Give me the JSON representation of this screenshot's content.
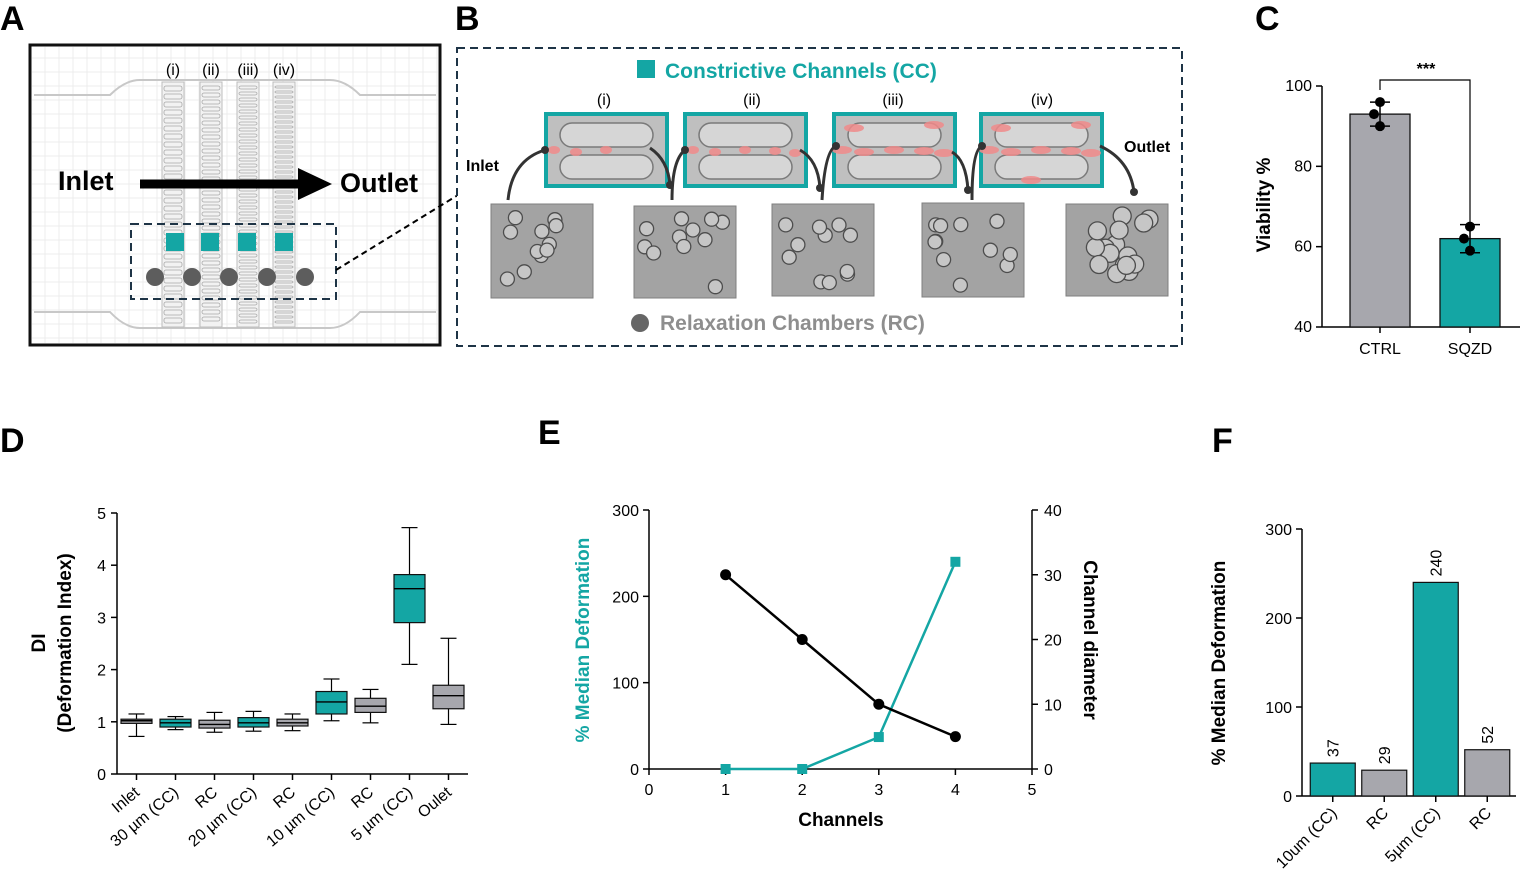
{
  "colors": {
    "teal": "#14a6a4",
    "grey": "#a7a7ad",
    "dark": "#1e3446",
    "pink": "#f08a8a"
  },
  "panel_labels": [
    "A",
    "B",
    "C",
    "D",
    "E",
    "F"
  ],
  "panel_a": {
    "channel_labels": [
      "(i)",
      "(ii)",
      "(iii)",
      "(iv)"
    ],
    "inlet": "Inlet",
    "outlet": "Outlet"
  },
  "panel_b": {
    "cc_legend": "Constrictive Channels (CC)",
    "rc_legend": "Relaxation Chambers (RC)",
    "stage_labels": [
      "(i)",
      "(ii)",
      "(iii)",
      "(iv)"
    ],
    "inlet": "Inlet",
    "outlet": "Outlet"
  },
  "chart_data": [
    {
      "id": "C",
      "type": "bar",
      "categories": [
        "CTRL",
        "SQZD"
      ],
      "values": [
        93,
        62
      ],
      "errors": [
        3,
        3.5
      ],
      "points": [
        [
          90,
          93,
          96
        ],
        [
          59,
          62,
          65
        ]
      ],
      "colors": [
        "grey",
        "teal"
      ],
      "ylabel": "Viability %",
      "ylim": [
        40,
        100
      ],
      "yticks": [
        40,
        60,
        80,
        100
      ],
      "significance": "***"
    },
    {
      "id": "D",
      "type": "box",
      "categories": [
        "Inlet",
        "30 µm (CC)",
        "RC",
        "20 µm (CC)",
        "RC",
        "10 µm (CC)",
        "RC",
        "5 µm (CC)",
        "Oulet"
      ],
      "boxes": [
        {
          "min": 0.72,
          "q1": 0.97,
          "median": 1.02,
          "q3": 1.05,
          "max": 1.15,
          "color": "grey"
        },
        {
          "min": 0.85,
          "q1": 0.9,
          "median": 0.98,
          "q3": 1.05,
          "max": 1.1,
          "color": "teal"
        },
        {
          "min": 0.8,
          "q1": 0.88,
          "median": 0.95,
          "q3": 1.03,
          "max": 1.18,
          "color": "grey"
        },
        {
          "min": 0.82,
          "q1": 0.9,
          "median": 0.98,
          "q3": 1.08,
          "max": 1.2,
          "color": "teal"
        },
        {
          "min": 0.83,
          "q1": 0.92,
          "median": 0.98,
          "q3": 1.05,
          "max": 1.15,
          "color": "grey"
        },
        {
          "min": 1.02,
          "q1": 1.15,
          "median": 1.38,
          "q3": 1.58,
          "max": 1.82,
          "color": "teal"
        },
        {
          "min": 0.98,
          "q1": 1.18,
          "median": 1.3,
          "q3": 1.45,
          "max": 1.62,
          "color": "grey"
        },
        {
          "min": 2.1,
          "q1": 2.9,
          "median": 3.55,
          "q3": 3.82,
          "max": 4.72,
          "color": "teal"
        },
        {
          "min": 0.95,
          "q1": 1.25,
          "median": 1.5,
          "q3": 1.7,
          "max": 2.6,
          "color": "grey"
        }
      ],
      "ylabel_line1": "DI",
      "ylabel_line2": "(Deformation Index)",
      "ylim": [
        0,
        5
      ],
      "yticks": [
        0,
        1,
        2,
        3,
        4,
        5
      ]
    },
    {
      "id": "E",
      "type": "line",
      "xlabel": "Channels",
      "xlim": [
        0,
        5
      ],
      "xticks": [
        0,
        1,
        2,
        3,
        4,
        5
      ],
      "ylabel_left": "% Median Deformation",
      "ylabel_right": "Channel diameter",
      "ylim_left": [
        0,
        300
      ],
      "yticks_left": [
        0,
        100,
        200,
        300
      ],
      "ylim_right": [
        0,
        40
      ],
      "yticks_right": [
        0,
        10,
        20,
        30,
        40
      ],
      "series": [
        {
          "axis": "left",
          "color": "teal",
          "marker": "square",
          "x": [
            1,
            2,
            3,
            4
          ],
          "y": [
            0,
            0,
            37,
            240
          ]
        },
        {
          "axis": "right",
          "color": "black",
          "marker": "circle",
          "x": [
            1,
            2,
            3,
            4
          ],
          "y": [
            30,
            20,
            10,
            5
          ]
        }
      ]
    },
    {
      "id": "F",
      "type": "bar",
      "categories": [
        "10um (CC)",
        "RC",
        "5µm (CC)",
        "RC"
      ],
      "values": [
        37,
        29,
        240,
        52
      ],
      "data_labels": [
        "37",
        "29",
        "240",
        "52"
      ],
      "colors": [
        "teal",
        "grey",
        "teal",
        "grey"
      ],
      "ylabel": "% Median Deformation",
      "ylim": [
        0,
        300
      ],
      "yticks": [
        0,
        100,
        200,
        300
      ]
    }
  ]
}
